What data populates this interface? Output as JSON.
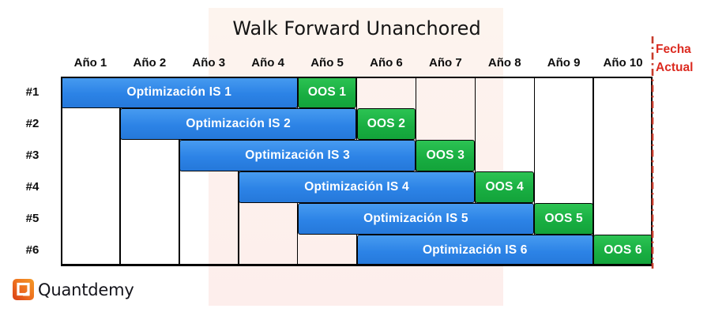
{
  "title": "Walk Forward Unanchored",
  "current_date_marker": {
    "line1": "Fecha",
    "line2": "Actual"
  },
  "logo_text": "Quantdemy",
  "colors": {
    "is_bar_blue": "#2c83e6",
    "oos_bar_green": "#18ad41",
    "marker_red": "#dc2b21",
    "highlight_pink": "#fdf0ec",
    "grid_black": "#000000"
  },
  "chart_data": {
    "type": "gantt",
    "title": "Walk Forward Unanchored",
    "x_categories": [
      "Año 1",
      "Año 2",
      "Año 3",
      "Año 4",
      "Año 5",
      "Año 6",
      "Año 7",
      "Año 8",
      "Año 9",
      "Año 10"
    ],
    "row_labels": [
      "#1",
      "#2",
      "#3",
      "#4",
      "#5",
      "#6"
    ],
    "rows": [
      {
        "label": "#1",
        "is": {
          "name": "Optimización IS 1",
          "start_year": 1,
          "end_year": 4
        },
        "oos": {
          "name": "OOS 1",
          "year": 5
        }
      },
      {
        "label": "#2",
        "is": {
          "name": "Optimización IS 2",
          "start_year": 2,
          "end_year": 5
        },
        "oos": {
          "name": "OOS 2",
          "year": 6
        }
      },
      {
        "label": "#3",
        "is": {
          "name": "Optimización IS 3",
          "start_year": 3,
          "end_year": 6
        },
        "oos": {
          "name": "OOS 3",
          "year": 7
        }
      },
      {
        "label": "#4",
        "is": {
          "name": "Optimización IS 4",
          "start_year": 4,
          "end_year": 7
        },
        "oos": {
          "name": "OOS 4",
          "year": 8
        }
      },
      {
        "label": "#5",
        "is": {
          "name": "Optimización IS 5",
          "start_year": 5,
          "end_year": 8
        },
        "oos": {
          "name": "OOS 5",
          "year": 9
        }
      },
      {
        "label": "#6",
        "is": {
          "name": "Optimización IS 6",
          "start_year": 6,
          "end_year": 9
        },
        "oos": {
          "name": "OOS 6",
          "year": 10
        }
      }
    ],
    "annotation": {
      "label": "Fecha Actual",
      "after_category": "Año 10",
      "style": "red dash-dot vertical line"
    },
    "layout": {
      "columns": 10,
      "rows": 6,
      "grid": "vertical year lines, black frame"
    }
  }
}
